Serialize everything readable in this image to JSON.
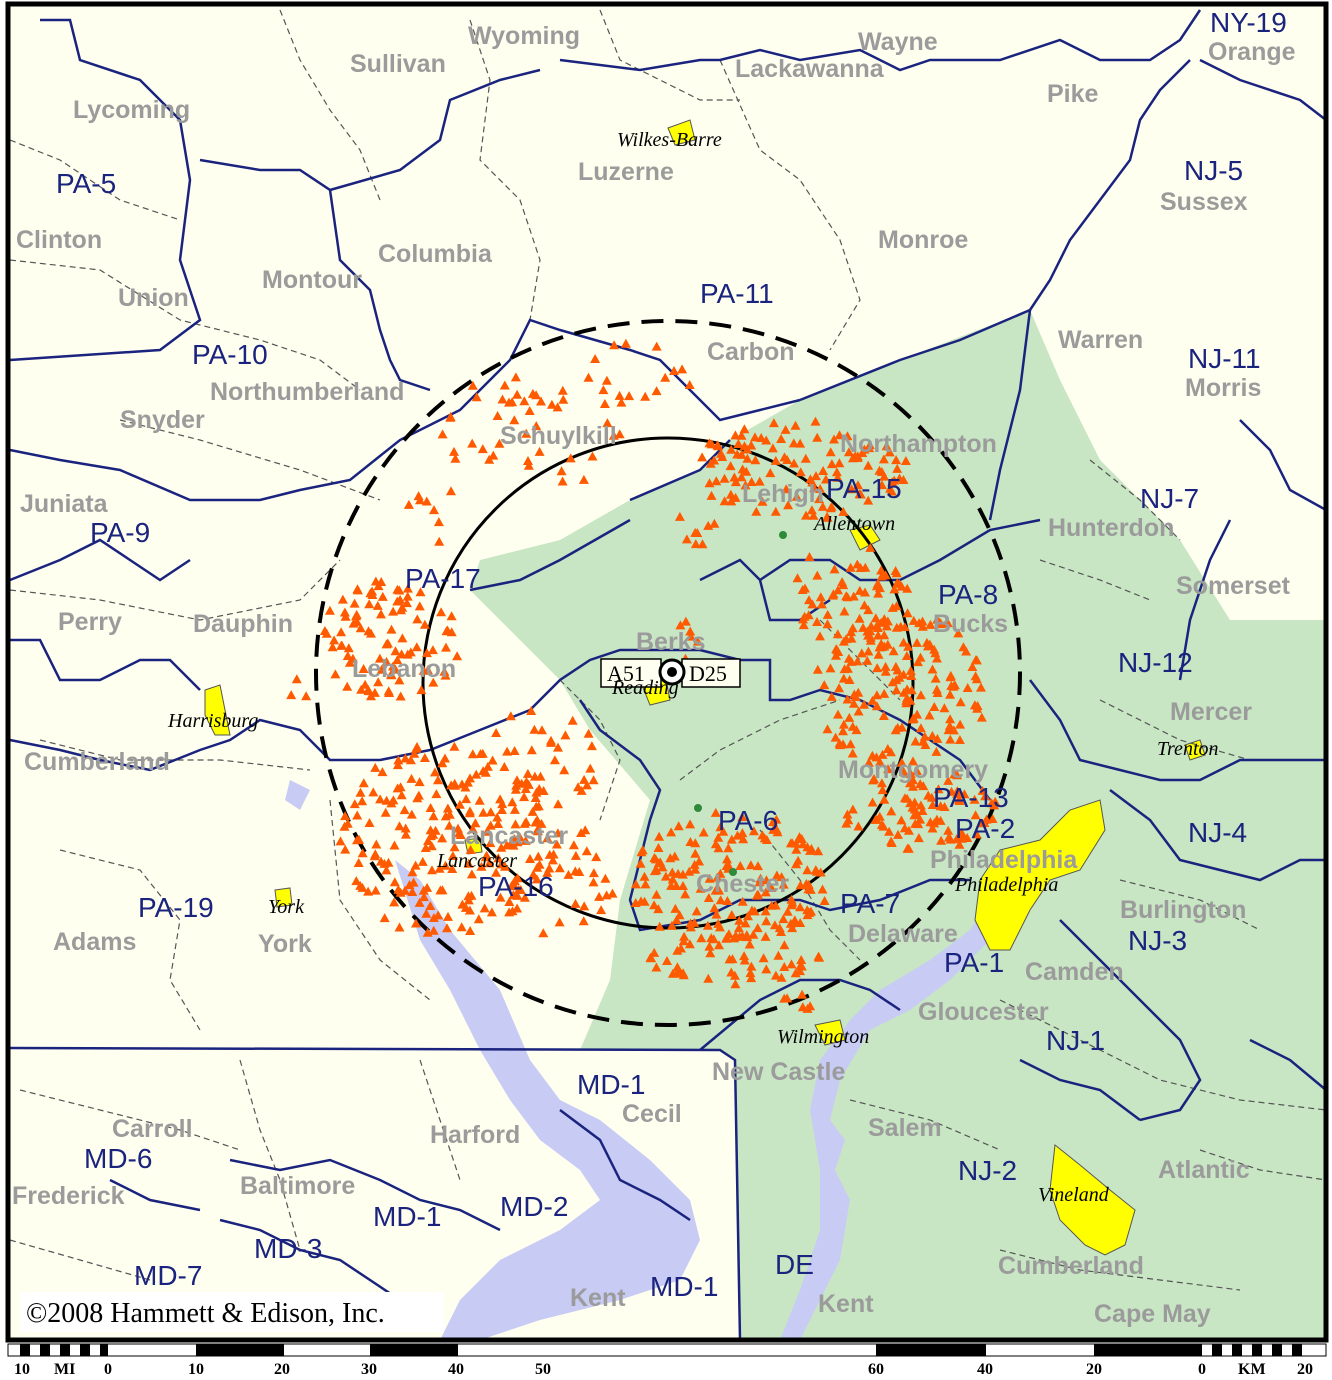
{
  "copyright": "©2008 Hammett & Edison, Inc.",
  "station": {
    "label_left": "A51",
    "label_right": "D25",
    "city": "Reading"
  },
  "counties": [
    "Wyoming",
    "Sullivan",
    "Wayne",
    "Lackawanna",
    "Pike",
    "Lycoming",
    "Luzerne",
    "Clinton",
    "Columbia",
    "Montour",
    "Union",
    "Monroe",
    "Carbon",
    "Northumberland",
    "Snyder",
    "Schuylkill",
    "Northampton",
    "Warren",
    "Morris",
    "Juniata",
    "Lehigh",
    "Hunterdon",
    "Somerset",
    "Perry",
    "Dauphin",
    "Berks",
    "Bucks",
    "Lebanon",
    "Mercer",
    "Cumberland",
    "Montgomery",
    "Lancaster",
    "Philadelphia",
    "Chester",
    "Burlington",
    "Delaware",
    "Adams",
    "York",
    "Camden",
    "Gloucester",
    "New Castle",
    "Cecil",
    "Carroll",
    "Harford",
    "Salem",
    "Atlantic",
    "Baltimore",
    "Frederick",
    "Cumberland",
    "Kent",
    "Kent",
    "Cape May",
    "Sussex",
    "Orange"
  ],
  "districts": [
    "NY-19",
    "NJ-5",
    "PA-5",
    "PA-11",
    "PA-10",
    "NJ-11",
    "PA-15",
    "NJ-7",
    "PA-9",
    "PA-17",
    "PA-8",
    "NJ-12",
    "PA-13",
    "PA-2",
    "NJ-4",
    "PA-6",
    "PA-16",
    "PA-19",
    "PA-7",
    "NJ-3",
    "PA-1",
    "NJ-1",
    "MD-1",
    "MD-6",
    "NJ-2",
    "MD-1",
    "MD-2",
    "MD-3",
    "DE",
    "MD-7",
    "MD-1"
  ],
  "cities": [
    "Wilkes-Barre",
    "Allentown",
    "Harrisburg",
    "Trenton",
    "Lancaster",
    "Philadelphia",
    "York",
    "Wilmington",
    "Vineland"
  ],
  "scale": {
    "miles_labels": [
      "10",
      "MI",
      "0",
      "10",
      "20",
      "30",
      "40",
      "50"
    ],
    "km_labels": [
      "60",
      "40",
      "20",
      "0",
      "KM",
      "20"
    ]
  },
  "colors": {
    "background": "#fffff0",
    "coverage": "#c8e6c4",
    "water": "#c8ccf4",
    "city_fill": "#ffff00",
    "district_line": "#1a237e",
    "county_line": "#555555",
    "triangle": "#ff5a00"
  }
}
